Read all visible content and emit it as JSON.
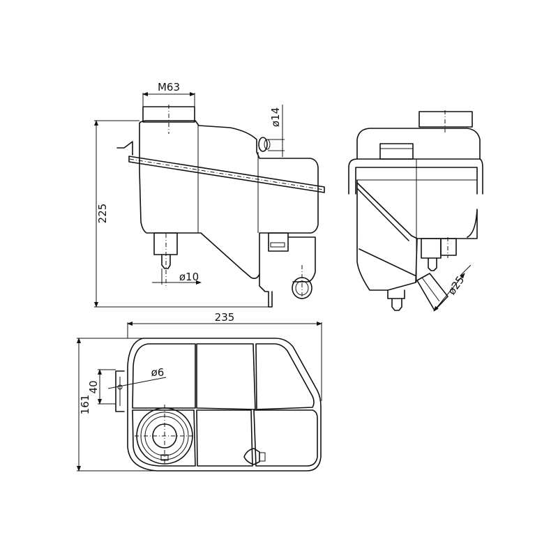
{
  "drawing": {
    "title": "Coolant expansion tank technical drawing",
    "views": [
      "side-view",
      "end-view",
      "top-view"
    ],
    "dimensions": {
      "cap_thread": "M63",
      "height": "225",
      "length": "235",
      "width": "161",
      "outlet_small": "ø14",
      "outlet_bottom": "ø10",
      "outlet_large": "ø25",
      "mount_hole": "ø6",
      "mount_spacing": "40"
    },
    "colors": {
      "line": "#111111",
      "background": "#ffffff"
    }
  }
}
